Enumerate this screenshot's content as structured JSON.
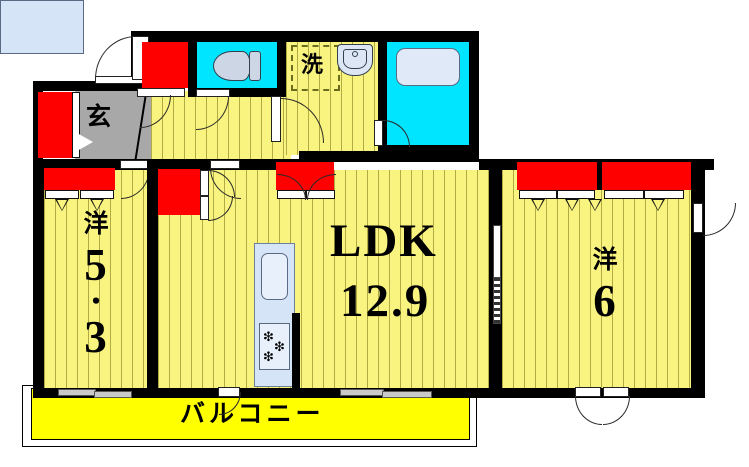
{
  "document": {
    "type": "japanese-apartment-floor-plan",
    "layout_code": "2LDK"
  },
  "rooms": [
    {
      "id": "ldk",
      "name_label": "LDK",
      "size_label": "12.9",
      "unit": "jo",
      "description": "living-dining-kitchen"
    },
    {
      "id": "western-room-left",
      "name_label": "洋",
      "size_line1": "5",
      "size_dot": "・",
      "size_line2": "3",
      "size_label": "5.3",
      "unit": "jo",
      "description": "western-style bedroom left"
    },
    {
      "id": "western-room-right",
      "name_label": "洋",
      "size_label": "6",
      "unit": "jo",
      "description": "western-style bedroom right"
    },
    {
      "id": "entrance",
      "name_label": "玄",
      "description": "genkan entrance"
    },
    {
      "id": "washroom",
      "name_label": "洗",
      "description": "washing machine space"
    },
    {
      "id": "balcony",
      "name_label": "バルコニー",
      "description": "balcony"
    },
    {
      "id": "toilet",
      "name_label": "",
      "description": "toilet room"
    },
    {
      "id": "bath",
      "name_label": "",
      "description": "unit bath"
    }
  ],
  "fixtures": [
    {
      "id": "toilet-fixture",
      "label": ""
    },
    {
      "id": "bathtub",
      "label": ""
    },
    {
      "id": "lavatory-sink",
      "label": ""
    },
    {
      "id": "washing-machine-pan",
      "label": ""
    },
    {
      "id": "kitchen-sink",
      "label": ""
    },
    {
      "id": "gas-stove",
      "label": ""
    }
  ],
  "colors": {
    "wall": "#000000",
    "flooring": "#f9f47f",
    "closet": "#ff0000",
    "water_area": "#00e5ff",
    "bathtub": "#d6e4f7",
    "entrance_tile": "#a8a8a8",
    "balcony": "#ffff00",
    "kitchen_counter": "#d6e4f7"
  },
  "labels": {
    "ldk_name": "LDK",
    "ldk_size": "12.9",
    "left_room_name": "洋",
    "left_room_5": "5",
    "left_room_dot": "・",
    "left_room_3": "3",
    "right_room_name": "洋",
    "right_room_size": "6",
    "entrance": "玄",
    "washer": "洗",
    "balcony": "バルコニー"
  }
}
